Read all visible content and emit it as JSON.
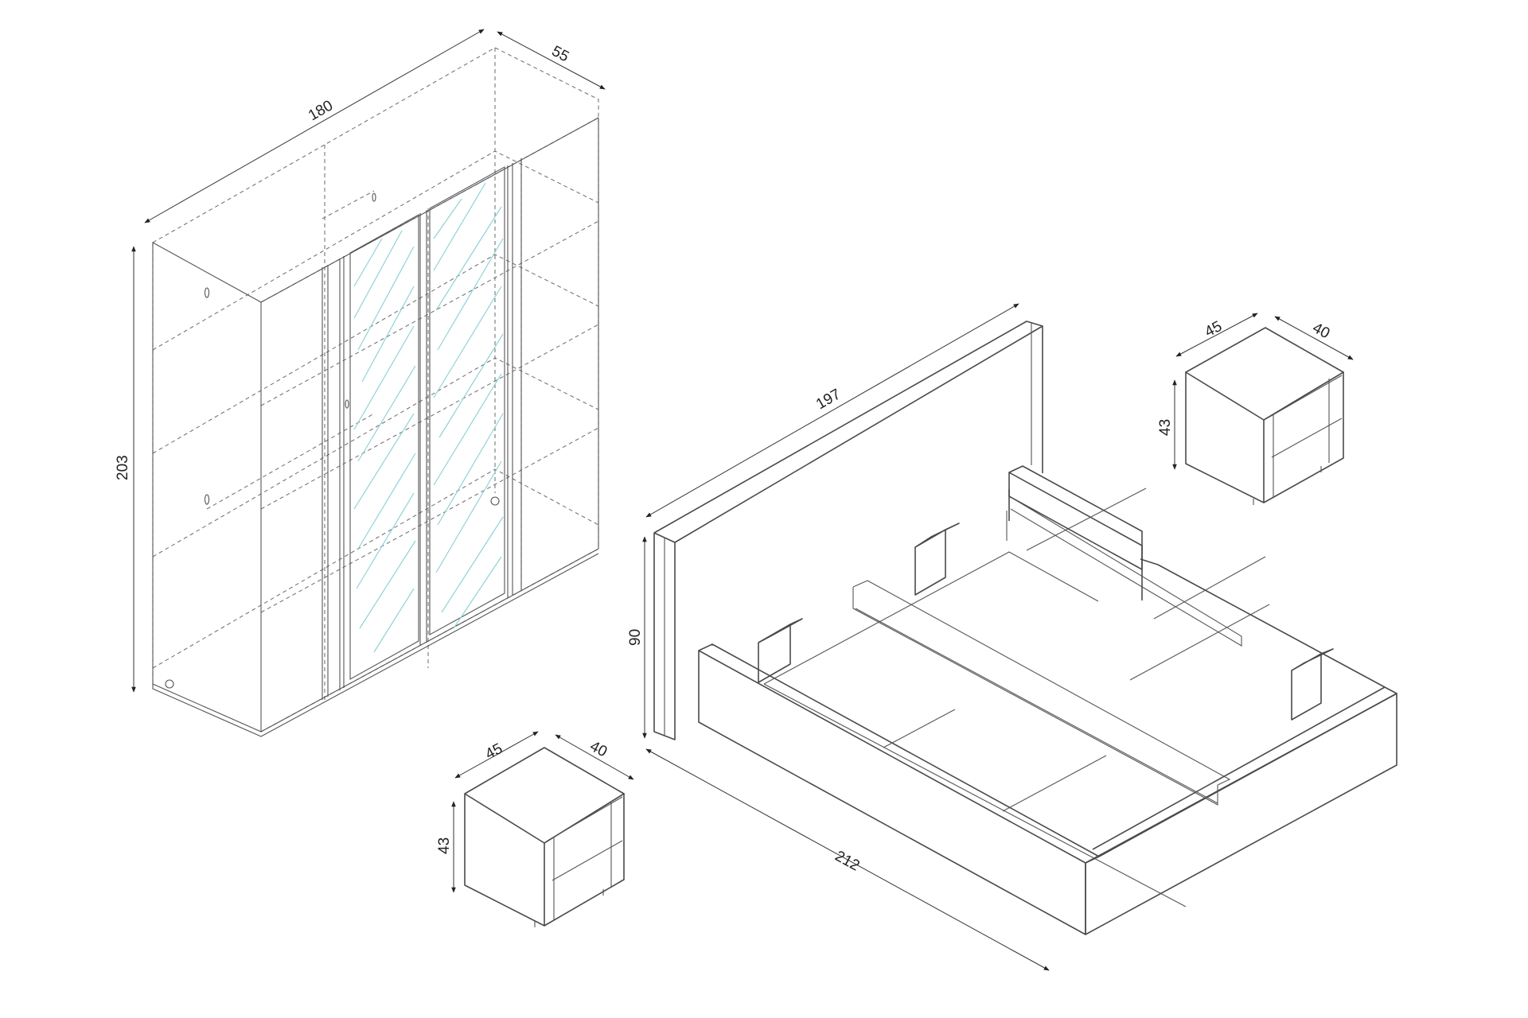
{
  "colors": {
    "line": "#4a4a4a",
    "hidden_line": "#777777",
    "mirror_hatch": "#8fd3d6",
    "background": "#ffffff"
  },
  "wardrobe": {
    "width": "180",
    "depth": "55",
    "height": "203"
  },
  "bed": {
    "headboard_width": "197",
    "length": "212",
    "headboard_height": "90"
  },
  "nightstand_right": {
    "width": "45",
    "depth": "40",
    "height": "43"
  },
  "nightstand_left": {
    "width": "45",
    "depth": "40",
    "height": "43"
  }
}
